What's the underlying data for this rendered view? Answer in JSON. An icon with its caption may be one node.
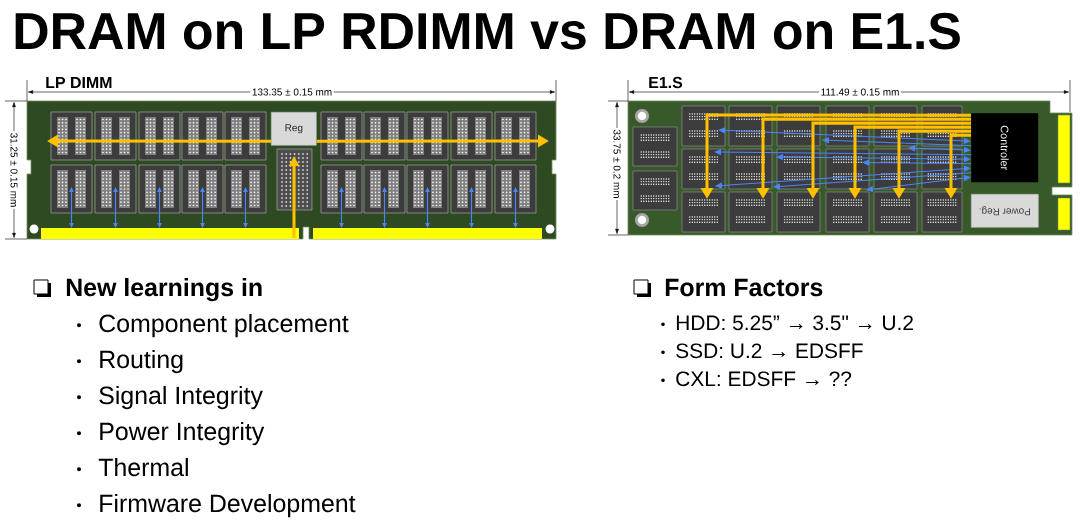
{
  "diagram": {
    "title": "DRAM on LP RDIMM vs DRAM on E1.S",
    "nodes": [
      {
        "text": [
          "LP DIMM"
        ]
      },
      {
        "text": [
          "Reg"
        ],
        "in": 0
      },
      {
        "text": [
          "E1.S"
        ]
      },
      {
        "text": [
          "Controler"
        ],
        "in": 2
      },
      {
        "text": [
          "Power Reg."
        ],
        "in": 2
      }
    ],
    "edges": [
      {
        "from": 1,
        "to": null,
        "arrow": "to",
        "style": "thick",
        "color": "#ffc000"
      },
      {
        "from": 1,
        "to": null,
        "arrow": "to",
        "style": "thick",
        "color": "#ffc000"
      },
      {
        "from": 3,
        "to": null,
        "arrow": "to",
        "style": "thick",
        "color": "#ffc000"
      },
      {
        "from": 3,
        "to": null,
        "arrow": "to",
        "style": "thick",
        "color": "#ffc000"
      },
      {
        "from": 3,
        "to": null,
        "arrow": "to",
        "style": "thick",
        "color": "#ffc000"
      },
      {
        "from": 3,
        "to": null,
        "arrow": "to",
        "style": "thick",
        "color": "#ffc000"
      },
      {
        "from": 3,
        "to": null,
        "arrow": "to",
        "style": "thick",
        "color": "#ffc000"
      },
      {
        "from": 3,
        "to": null,
        "arrow": "to",
        "style": "thick",
        "color": "#ffc000"
      },
      {
        "from": 3,
        "to": null,
        "arrow": "both"
      },
      {
        "from": 3,
        "to": null,
        "arrow": "to"
      },
      {
        "from": 3,
        "to": null,
        "arrow": "both"
      },
      {
        "from": 3,
        "to": null,
        "arrow": "to"
      },
      {
        "from": 3,
        "to": null,
        "arrow": "both"
      },
      {
        "from": 3,
        "to": null,
        "arrow": "to"
      },
      {
        "from": 3,
        "to": null,
        "arrow": "both"
      },
      {
        "from": 3,
        "to": null,
        "arrow": "to"
      },
      {
        "from": 3,
        "to": null,
        "arrow": "both"
      }
    ],
    "labels": [
      "133.35 ± 0.15 mm",
      "31.25 ± 0.15 mm",
      "111.49 ± 0.15 mm",
      "33.75 ± 0.2 mm",
      "New learnings in",
      "Component placement",
      "Routing",
      "Signal Integrity",
      "Power Integrity",
      "Thermal",
      "Firmware Development",
      "Form Factors",
      "HDD: 5.25” → 3.5\" → U.2",
      "SSD: U.2 → EDSFF",
      "CXL: EDSFF → ??"
    ]
  }
}
